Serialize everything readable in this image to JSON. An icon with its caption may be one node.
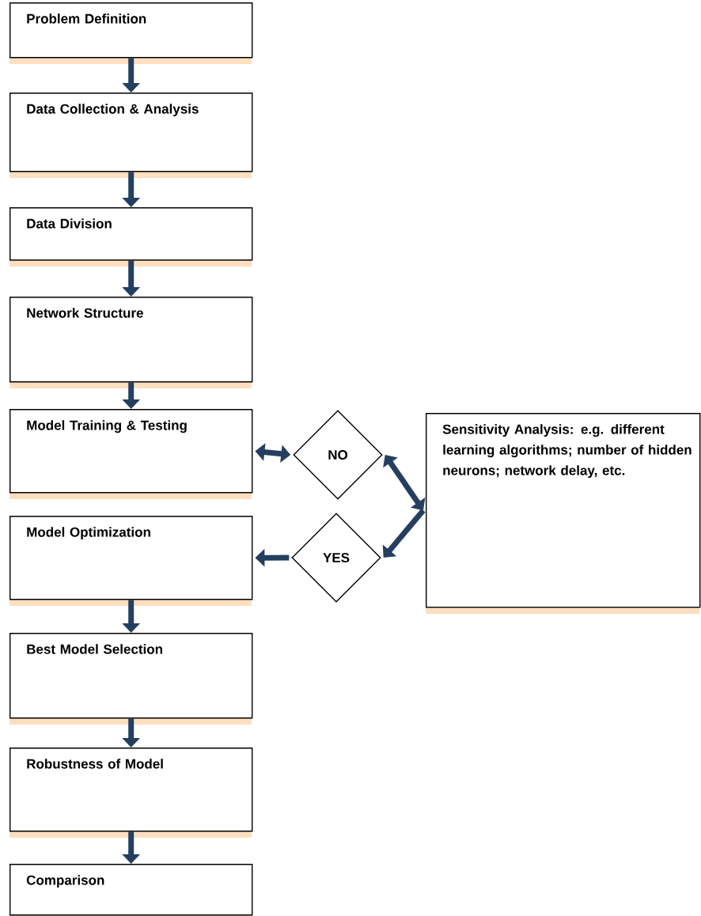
{
  "diagram": {
    "nodes": [
      {
        "text": [
          "Problem Definition"
        ]
      },
      {
        "text": [
          "Data Collection & Analysis"
        ]
      },
      {
        "text": [
          "Data Division"
        ]
      },
      {
        "text": [
          "Network Structure"
        ]
      },
      {
        "text": [
          "Model Training & Testing"
        ]
      },
      {
        "text": [
          "NO"
        ]
      },
      {
        "text": [
          "Sensitivity Analysis: e.g. different learning algorithms; number of hidden neurons; network delay, etc."
        ]
      },
      {
        "text": [
          "Model Optimization"
        ]
      },
      {
        "text": [
          "YES"
        ]
      },
      {
        "text": [
          "Best Model Selection"
        ]
      },
      {
        "text": [
          "Robustness of Model"
        ]
      },
      {
        "text": [
          "Comparison"
        ]
      }
    ],
    "edges": [
      {
        "from": 0,
        "to": 1,
        "arrow": "to"
      },
      {
        "from": 1,
        "to": 2,
        "arrow": "to"
      },
      {
        "from": 2,
        "to": 3,
        "arrow": "to"
      },
      {
        "from": 3,
        "to": 4,
        "arrow": "to"
      },
      {
        "from": 4,
        "to": 5,
        "arrow": "both"
      },
      {
        "from": 5,
        "to": 6,
        "arrow": "both"
      },
      {
        "from": 6,
        "to": 8,
        "arrow": "to"
      },
      {
        "from": 8,
        "to": 7,
        "arrow": "to"
      },
      {
        "from": 7,
        "to": 9,
        "arrow": "to"
      },
      {
        "from": 9,
        "to": 10,
        "arrow": "to"
      },
      {
        "from": 10,
        "to": 11,
        "arrow": "to"
      }
    ]
  }
}
